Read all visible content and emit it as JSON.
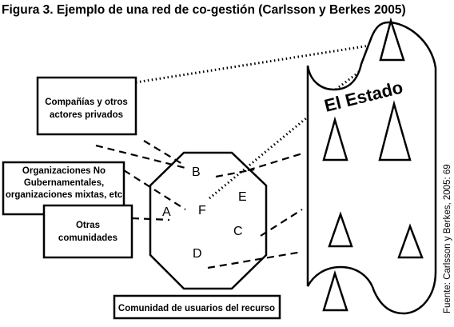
{
  "title": "Figura 3. Ejemplo de una red de co-gestión (Carlsson y Berkes 2005)",
  "boxes": {
    "companias": [
      "Compañías y otros",
      "actores privados"
    ],
    "ong": [
      "Organizaciones No",
      "Gubernamentales,",
      "organizaciones mixtas, etc"
    ],
    "otras": [
      "Otras",
      "comunidades"
    ],
    "usuarios": "Comunidad de usuarios del recurso"
  },
  "nodes": {
    "a": "A",
    "b": "B",
    "c": "C",
    "d": "D",
    "e": "E",
    "f": "F"
  },
  "estado": "El Estado",
  "source": "Fuente: Carlsson y Berkes, 2005: 69"
}
